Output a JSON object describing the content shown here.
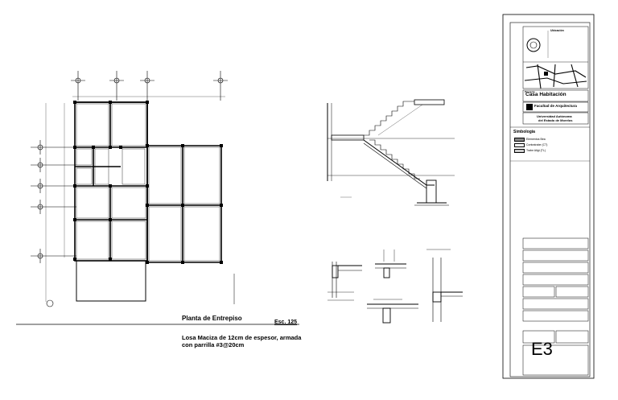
{
  "plan": {
    "title": "Planta de Entrepiso",
    "scale": "Esc. 125",
    "note": "Losa  Maciza de 12cm de espesor, armada con parrilla #3@20cm"
  },
  "title_block": {
    "ubicacion_label": "Ubicación",
    "project_label": "Proyecto",
    "project_name": "Casa Habitación",
    "faculty": "Facultad de Arquitectura",
    "university_line1": "Universidad Autónoma",
    "university_line2": "del Estado de Morelos",
    "simbologia": "Simbología",
    "legend": [
      "Elementos Bea",
      "Contratrabe (CT)",
      "Trabe Aligt (TL)"
    ],
    "sheet": "E3"
  }
}
